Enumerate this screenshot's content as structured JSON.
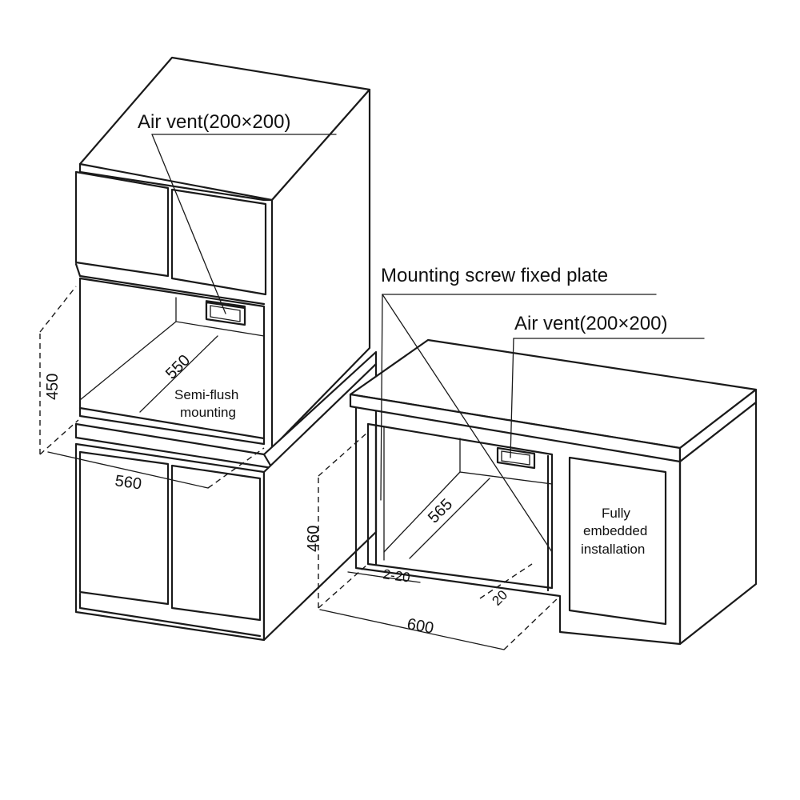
{
  "labels": {
    "air_vent_top": "Air vent(200×200)",
    "mounting_screw": "Mounting screw fixed plate",
    "air_vent_right": "Air vent(200×200)",
    "semi_flush_line1": "Semi-flush",
    "semi_flush_line2": "mounting",
    "fully_line1": "Fully",
    "fully_line2": "embedded",
    "fully_line3": "installation"
  },
  "dimensions": {
    "tall_height": "450",
    "tall_depth": "550",
    "tall_width": "560",
    "base_height": "460",
    "base_depth": "565",
    "base_gap": "2-20",
    "base_side": "20",
    "base_width": "600"
  }
}
